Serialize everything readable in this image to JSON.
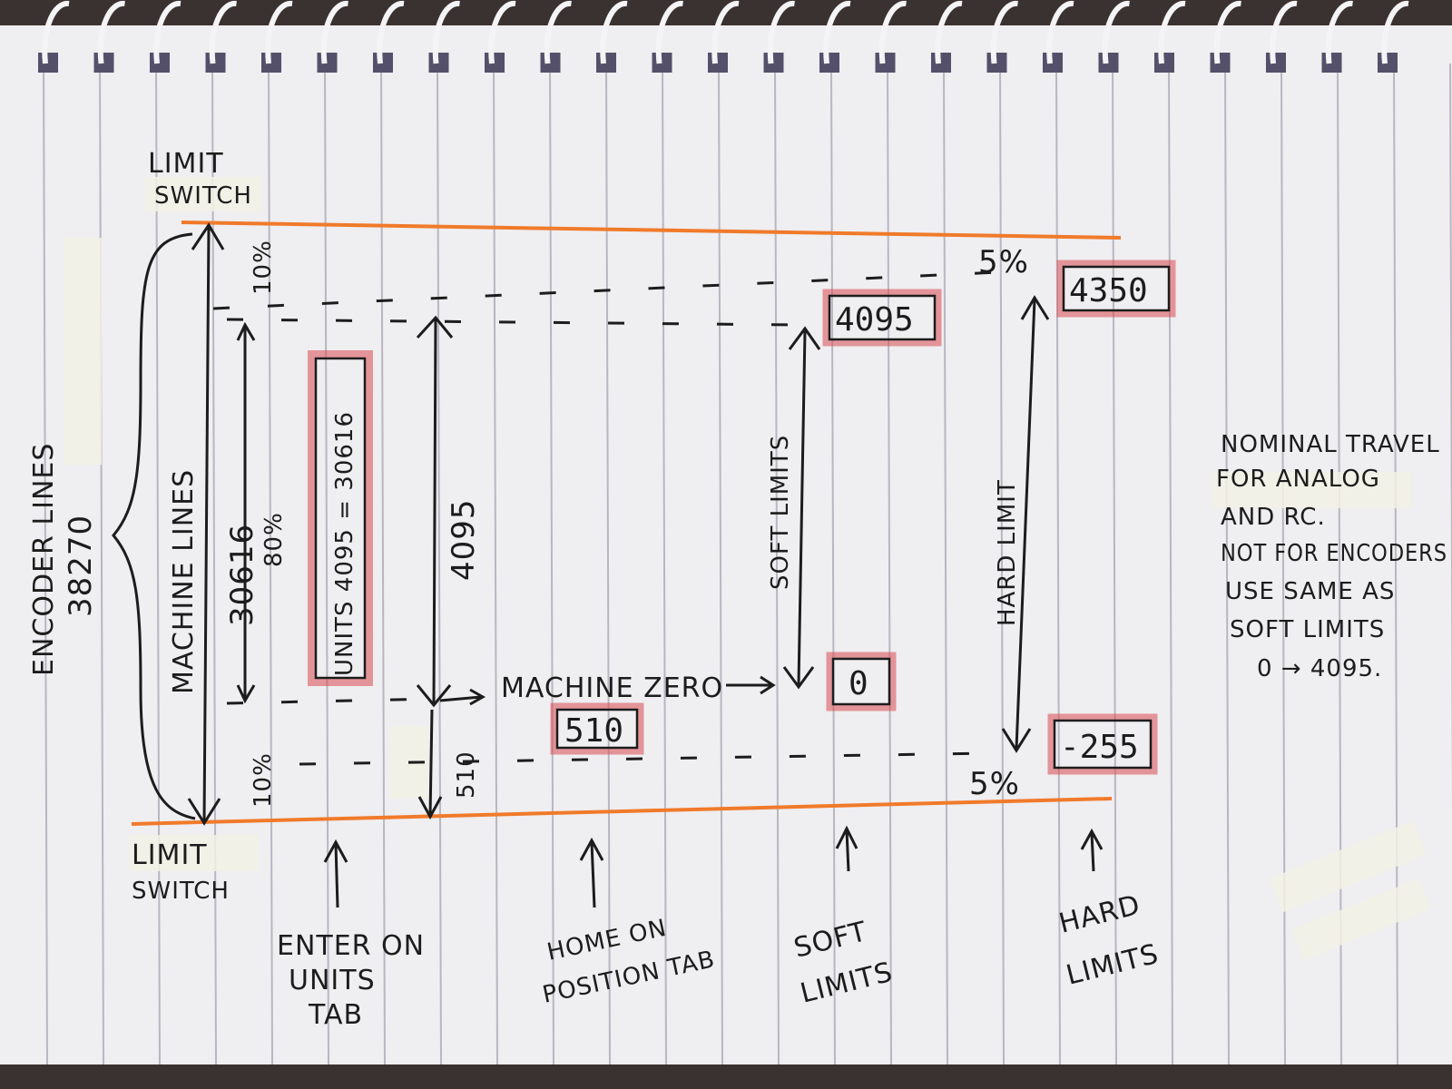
{
  "diagram": {
    "top_limit_label_1": "LIMIT",
    "top_limit_label_2": "SWITCH",
    "bottom_limit_label_1": "LIMIT",
    "bottom_limit_label_2": "SWITCH",
    "encoder_lines_label": "ENCODER LINES",
    "encoder_lines_value": "38270",
    "machine_lines_label": "MACHINE LINES",
    "machine_lines_value": "30616",
    "machine_lines_percent": "80%",
    "top_margin_percent": "10%",
    "bottom_margin_percent": "10%",
    "units_formula": "UNITS 4095 = 30616",
    "units_span_value": "4095",
    "home_offset_value": "510",
    "machine_zero_label": "MACHINE ZERO",
    "machine_zero_box": "510",
    "soft_limits_axis_label": "SOFT LIMITS",
    "soft_limit_top_box": "4095",
    "soft_limit_bottom_box": "0",
    "hard_limit_axis_label": "HARD LIMIT",
    "hard_limit_top_box": "4350",
    "hard_limit_bottom_box": "-255",
    "hard_top_percent": "5%",
    "hard_bottom_percent": "5%",
    "caption_units_1": "ENTER ON",
    "caption_units_2": "UNITS",
    "caption_units_3": "TAB",
    "caption_home_1": "HOME ON",
    "caption_home_2": "POSITION TAB",
    "caption_soft_1": "SOFT",
    "caption_soft_2": "LIMITS",
    "caption_hard_1": "HARD",
    "caption_hard_2": "LIMITS",
    "note_line_1": "NOMINAL TRAVEL",
    "note_line_2": "FOR ANALOG",
    "note_line_3": "AND RC.",
    "note_line_4": "NOT FOR ENCODERS",
    "note_line_5": "USE SAME AS",
    "note_line_6": "SOFT LIMITS",
    "note_line_7": "0 → 4095."
  },
  "colors": {
    "paper": "#efeef0",
    "ruling": "#b9b6c2",
    "limit_line": "#f07a2a",
    "box_highlight": "#d94a52",
    "ink": "#1c1c1c",
    "tape": "#f3f1e6"
  }
}
